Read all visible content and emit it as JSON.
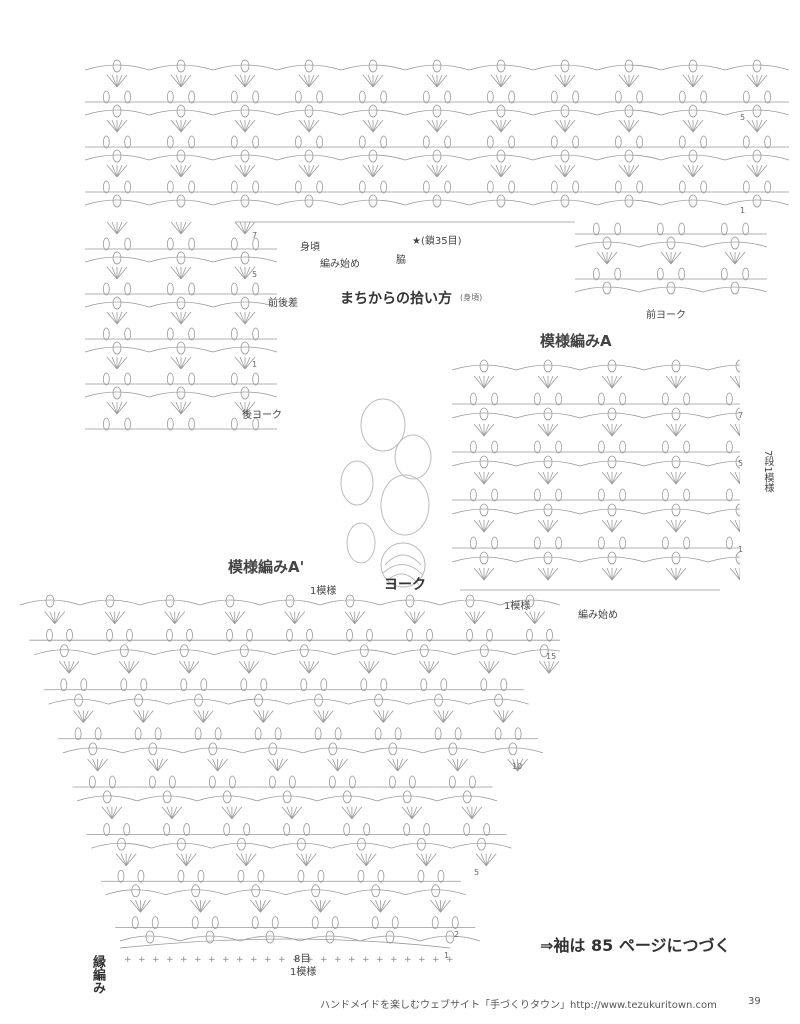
{
  "top_chart": {
    "row_markers": [
      "5",
      "1",
      "7",
      "5",
      "1"
    ],
    "labels": {
      "front_body": "身頃",
      "start": "編み始め",
      "gusset": "脇",
      "star_note": "★(鎖35目)",
      "front_back_diff": "前後差",
      "back_yoke": "後ヨーク",
      "front_yoke": "前ヨーク"
    }
  },
  "pickup_title": "まちからの拾い方",
  "pickup_title_small": "(身頃)",
  "pattern_a": {
    "title": "模様編みA",
    "row_markers": [
      "7",
      "5",
      "1"
    ],
    "repeat_note": "7段1模様",
    "one_repeat": "1模様",
    "start": "編み始め"
  },
  "pattern_a_prime": {
    "title": "模様編みA'",
    "one_repeat_top": "1模様",
    "yoke": "ヨーク",
    "row_markers": [
      "15",
      "10",
      "5",
      "2",
      "1"
    ],
    "bottom_count": "8目",
    "bottom_repeat": "1模様",
    "edging": "縁編み"
  },
  "continue_note": "⇒袖は 85 ページにつづく",
  "footer": {
    "text": "ハンドメイドを楽しむウェブサイト「手づくりタウン」http://www.tezukuritown.com",
    "page_number": "39"
  }
}
